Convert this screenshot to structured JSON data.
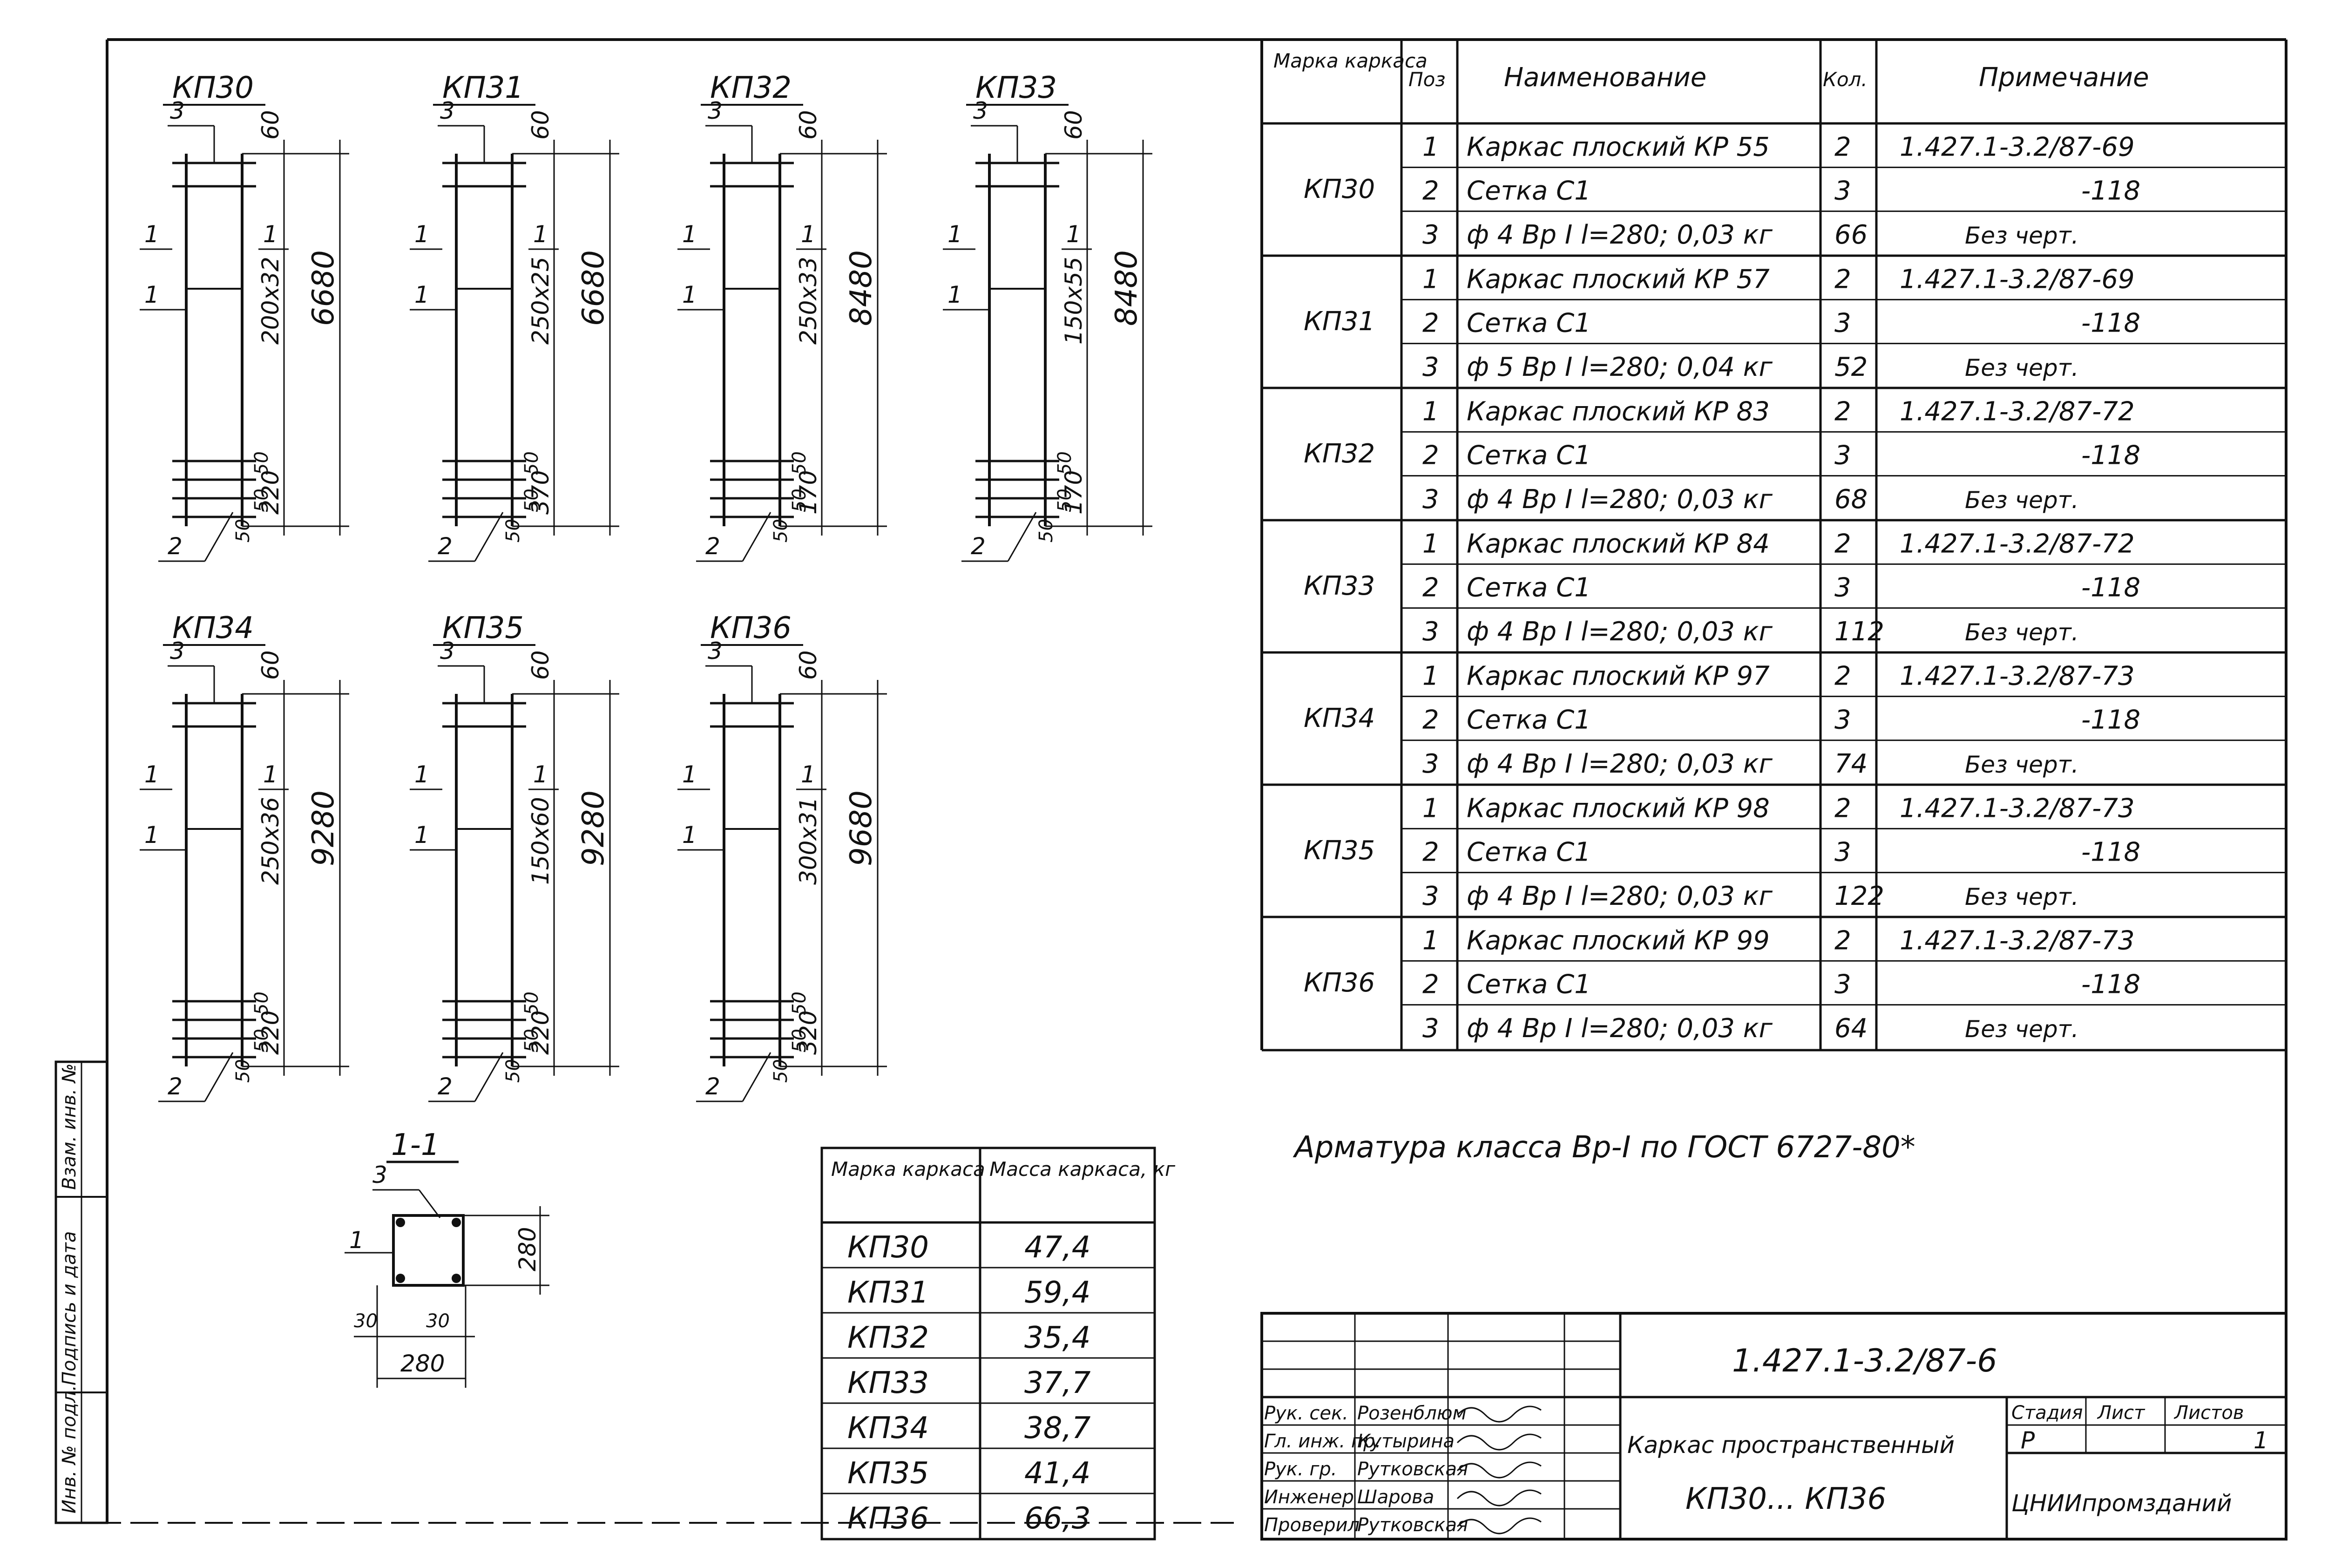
{
  "assemblies": [
    {
      "name": "КП30",
      "pos3": "3",
      "pos1": "1",
      "pos2": "2",
      "dim_top": "60",
      "section": "200x32",
      "length": "6680",
      "dim_b1": "50",
      "dim_b2": "50",
      "dim_b3": "50",
      "dim_bottom": "220"
    },
    {
      "name": "КП31",
      "pos3": "3",
      "pos1": "1",
      "pos2": "2",
      "dim_top": "60",
      "section": "250x25",
      "length": "6680",
      "dim_b1": "50",
      "dim_b2": "50",
      "dim_b3": "50",
      "dim_bottom": "370"
    },
    {
      "name": "КП32",
      "pos3": "3",
      "pos1": "1",
      "pos2": "2",
      "dim_top": "60",
      "section": "250x33",
      "length": "8480",
      "dim_b1": "50",
      "dim_b2": "50",
      "dim_b3": "50",
      "dim_bottom": "170"
    },
    {
      "name": "КП33",
      "pos3": "3",
      "pos1": "1",
      "pos2": "2",
      "dim_top": "60",
      "section": "150x55",
      "length": "8480",
      "dim_b1": "50",
      "dim_b2": "50",
      "dim_b3": "50",
      "dim_bottom": "170"
    },
    {
      "name": "КП34",
      "pos3": "3",
      "pos1": "1",
      "pos2": "2",
      "dim_top": "60",
      "section": "250x36",
      "length": "9280",
      "dim_b1": "50",
      "dim_b2": "50",
      "dim_b3": "50",
      "dim_bottom": "220"
    },
    {
      "name": "КП35",
      "pos3": "3",
      "pos1": "1",
      "pos2": "2",
      "dim_top": "60",
      "section": "150x60",
      "length": "9280",
      "dim_b1": "50",
      "dim_b2": "50",
      "dim_b3": "50",
      "dim_bottom": "220"
    },
    {
      "name": "КП36",
      "pos3": "3",
      "pos1": "1",
      "pos2": "2",
      "dim_top": "60",
      "section": "300x31",
      "length": "9680",
      "dim_b1": "50",
      "dim_b2": "50",
      "dim_b3": "50",
      "dim_bottom": "320"
    }
  ],
  "section_view": {
    "title": "1-1",
    "pos3": "3",
    "pos1": "1",
    "height": "280",
    "width": "280",
    "left_offset": "30",
    "right_offset": "30"
  },
  "spec_table": {
    "headers": {
      "mark": "Марка каркаса",
      "pos": "Поз",
      "name": "Наименование",
      "qty": "Кол.",
      "note": "Примечание"
    },
    "groups": [
      {
        "mark": "КП30",
        "rows": [
          {
            "pos": "1",
            "name": "Каркас плоский КР 55",
            "qty": "2",
            "note": "1.427.1-3.2/87-69"
          },
          {
            "pos": "2",
            "name": "Сетка С1",
            "qty": "3",
            "note": "-118"
          },
          {
            "pos": "3",
            "name": "ф 4 Вр I  l=280; 0,03 кг",
            "qty": "66",
            "note": "Без черт."
          }
        ]
      },
      {
        "mark": "КП31",
        "rows": [
          {
            "pos": "1",
            "name": "Каркас плоский КР 57",
            "qty": "2",
            "note": "1.427.1-3.2/87-69"
          },
          {
            "pos": "2",
            "name": "Сетка С1",
            "qty": "3",
            "note": "-118"
          },
          {
            "pos": "3",
            "name": "ф 5 Вр I  l=280; 0,04 кг",
            "qty": "52",
            "note": "Без черт."
          }
        ]
      },
      {
        "mark": "КП32",
        "rows": [
          {
            "pos": "1",
            "name": "Каркас плоский КР 83",
            "qty": "2",
            "note": "1.427.1-3.2/87-72"
          },
          {
            "pos": "2",
            "name": "Сетка С1",
            "qty": "3",
            "note": "-118"
          },
          {
            "pos": "3",
            "name": "ф 4 Вр I  l=280; 0,03 кг",
            "qty": "68",
            "note": "Без черт."
          }
        ]
      },
      {
        "mark": "КП33",
        "rows": [
          {
            "pos": "1",
            "name": "Каркас плоский КР 84",
            "qty": "2",
            "note": "1.427.1-3.2/87-72"
          },
          {
            "pos": "2",
            "name": "Сетка С1",
            "qty": "3",
            "note": "-118"
          },
          {
            "pos": "3",
            "name": "ф 4 Вр I  l=280; 0,03 кг",
            "qty": "112",
            "note": "Без черт."
          }
        ]
      },
      {
        "mark": "КП34",
        "rows": [
          {
            "pos": "1",
            "name": "Каркас плоский КР 97",
            "qty": "2",
            "note": "1.427.1-3.2/87-73"
          },
          {
            "pos": "2",
            "name": "Сетка С1",
            "qty": "3",
            "note": "-118"
          },
          {
            "pos": "3",
            "name": "ф 4 Вр I  l=280; 0,03 кг",
            "qty": "74",
            "note": "Без черт."
          }
        ]
      },
      {
        "mark": "КП35",
        "rows": [
          {
            "pos": "1",
            "name": "Каркас плоский КР 98",
            "qty": "2",
            "note": "1.427.1-3.2/87-73"
          },
          {
            "pos": "2",
            "name": "Сетка С1",
            "qty": "3",
            "note": "-118"
          },
          {
            "pos": "3",
            "name": "ф 4 Вр I  l=280; 0,03 кг",
            "qty": "122",
            "note": "Без черт."
          }
        ]
      },
      {
        "mark": "КП36",
        "rows": [
          {
            "pos": "1",
            "name": "Каркас плоский КР 99",
            "qty": "2",
            "note": "1.427.1-3.2/87-73"
          },
          {
            "pos": "2",
            "name": "Сетка С1",
            "qty": "3",
            "note": "-118"
          },
          {
            "pos": "3",
            "name": "ф 4 Вр I  l=280; 0,03 кг",
            "qty": "64",
            "note": "Без черт."
          }
        ]
      }
    ]
  },
  "note": "Арматура класса Вр-I по ГОСТ 6727-80*",
  "mass_table": {
    "headers": {
      "mark": "Марка каркаса",
      "mass": "Масса каркаса, кг"
    },
    "rows": [
      {
        "mark": "КП30",
        "mass": "47,4"
      },
      {
        "mark": "КП31",
        "mass": "59,4"
      },
      {
        "mark": "КП32",
        "mass": "35,4"
      },
      {
        "mark": "КП33",
        "mass": "37,7"
      },
      {
        "mark": "КП34",
        "mass": "38,7"
      },
      {
        "mark": "КП35",
        "mass": "41,4"
      },
      {
        "mark": "КП36",
        "mass": "66,3"
      }
    ]
  },
  "title_block": {
    "code": "1.427.1-3.2/87-6",
    "doc_title_1": "Каркас пространственный",
    "doc_title_2": "КП30... КП36",
    "stage_label": "Стадия",
    "sheet_label": "Лист",
    "sheets_label": "Листов",
    "stage": "Р",
    "sheet": "",
    "sheets": "1",
    "org": "ЦНИИпромзданий",
    "people": [
      {
        "role": "Рук. сек.",
        "name": "Розенблюм"
      },
      {
        "role": "Гл. инж. пр.",
        "name": "Кутырина"
      },
      {
        "role": "Рук. гр.",
        "name": "Рутковская"
      },
      {
        "role": "Инженер",
        "name": "Шарова"
      },
      {
        "role": "Проверил",
        "name": "Рутковская"
      }
    ]
  },
  "side_stamp": [
    "Инв. № подл.",
    "Подпись и дата",
    "Взам. инв. №"
  ]
}
